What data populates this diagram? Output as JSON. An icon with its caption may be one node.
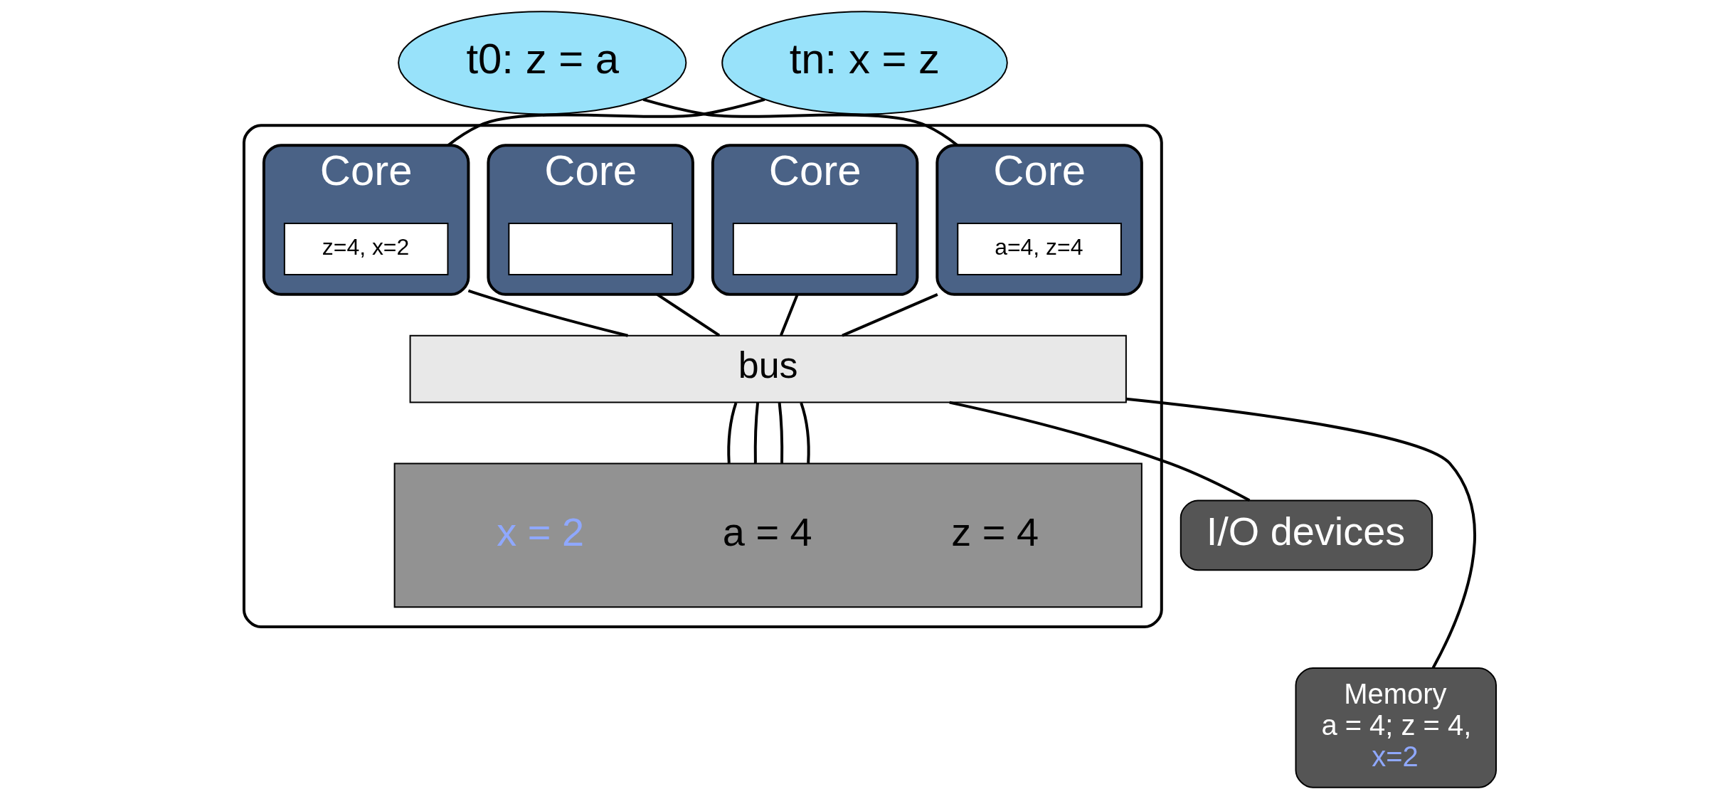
{
  "diagram": {
    "nodes": [
      {
        "text": [
          "t0: z = a"
        ]
      },
      {
        "text": [
          "tn: x = z"
        ]
      },
      {
        "text": [],
        "shape": "box"
      },
      {
        "text": [
          "Core"
        ],
        "in": 2
      },
      {
        "text": [
          "a=4, z=4"
        ],
        "in": 3
      },
      {
        "text": [
          "Core"
        ],
        "in": 2
      },
      {
        "text": [],
        "shape": "box",
        "in": 5
      },
      {
        "text": [
          "Core"
        ],
        "in": 2
      },
      {
        "text": [],
        "shape": "box",
        "in": 7
      },
      {
        "text": [
          "Core"
        ],
        "in": 2
      },
      {
        "text": [
          "z=4, x=2"
        ],
        "in": 9
      },
      {
        "text": [
          "I/O devices"
        ]
      },
      {
        "text": [
          "bus"
        ],
        "in": 2
      },
      {
        "text": [
          "Memory",
          "a = 4; z = 4,",
          "x=2"
        ]
      },
      {
        "text": [
          "x = 2",
          "a = 4",
          "z = 4"
        ],
        "in": 2
      }
    ],
    "edges": [
      {
        "from": 0,
        "to": 3,
        "arrow": "none"
      },
      {
        "from": 1,
        "to": 9,
        "arrow": "none"
      },
      {
        "from": 3,
        "to": 12,
        "arrow": "none"
      },
      {
        "from": 5,
        "to": 12,
        "arrow": "none"
      },
      {
        "from": 7,
        "to": 12,
        "arrow": "none"
      },
      {
        "from": 9,
        "to": 12,
        "arrow": "none"
      },
      {
        "from": 12,
        "to": 14,
        "arrow": "none"
      },
      {
        "from": 12,
        "to": 14,
        "arrow": "none"
      },
      {
        "from": 12,
        "to": 14,
        "arrow": "none"
      },
      {
        "from": 12,
        "to": 14,
        "arrow": "none"
      },
      {
        "from": 12,
        "to": 11,
        "arrow": "none"
      },
      {
        "from": 12,
        "to": 13,
        "arrow": "none"
      }
    ]
  }
}
